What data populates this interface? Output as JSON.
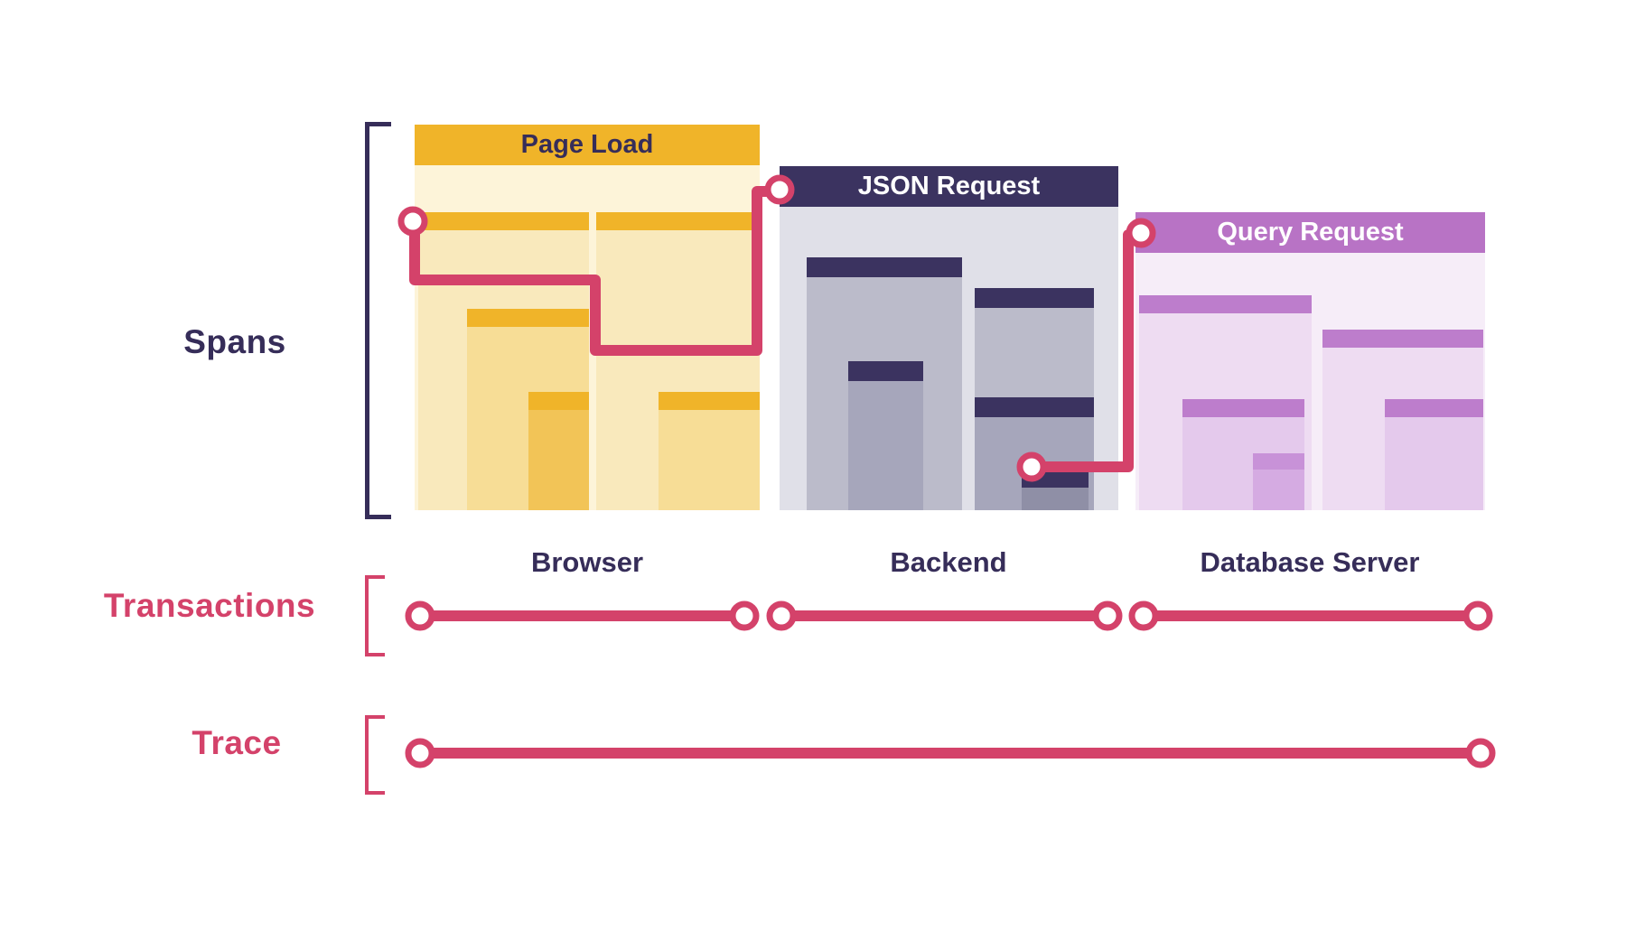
{
  "labels": {
    "spans": "Spans",
    "transactions": "Transactions",
    "trace": "Trace"
  },
  "panels": [
    {
      "title": "Page Load",
      "caption": "Browser"
    },
    {
      "title": "JSON Request",
      "caption": "Backend"
    },
    {
      "title": "Query Request",
      "caption": "Database Server"
    }
  ],
  "colors": {
    "accent_red": "#d4426a",
    "gold": "#f0b429",
    "navy": "#3b3360",
    "orchid": "#b873c5",
    "text_dark": "#362d59",
    "background": "#ffffff"
  }
}
